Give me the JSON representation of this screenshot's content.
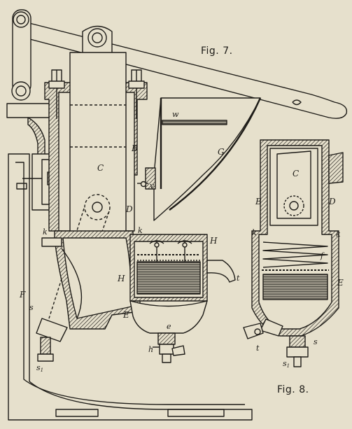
{
  "figures": {
    "fig7": "Fig. 7.",
    "fig8": "Fig. 8."
  },
  "labels": {
    "c7": "C",
    "b7": "B",
    "w7": "w",
    "g7": "G",
    "v7": "v",
    "d7": "D",
    "k7_left": "k",
    "k7_mid": "k",
    "h7_right": "H",
    "h7_left": "H",
    "t7": "t",
    "s7": "s",
    "s1_7": "s",
    "s1_7_sub": "1",
    "e7_big": "E",
    "e7_small": "e",
    "h7_cock": "h",
    "f7": "F",
    "c8": "C",
    "b8": "B",
    "d8": "D",
    "k8_left": "k",
    "k8_right": "k",
    "f8": "f",
    "e8": "E",
    "t8": "t",
    "s8": "s",
    "s1_8": "s",
    "s1_8_sub": "1"
  },
  "colors": {
    "paper": "#e6e0cc",
    "ink": "#1e1c18"
  }
}
